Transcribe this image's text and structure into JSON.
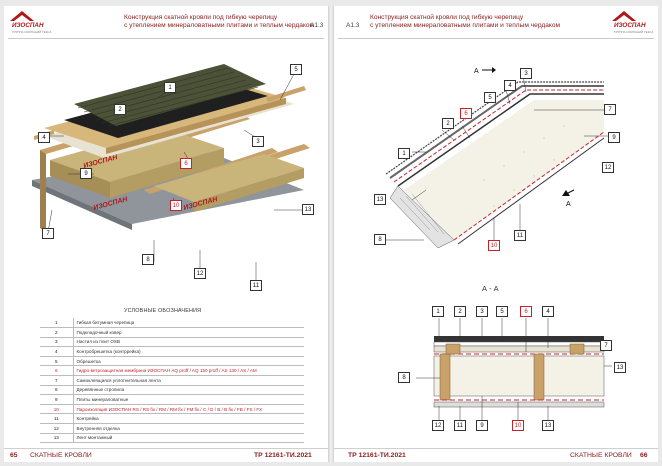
{
  "left_page": {
    "title_line1": "Конструкция скатной кровли под гибкую черепицу",
    "title_line2": "с утеплением минераловатными плитами и теплым чердаком",
    "sheet": "А1.3",
    "logo": {
      "name": "ИЗОСПАН",
      "tagline": "ГРУППА КОМПАНИЙ ГЕКСА"
    },
    "brand_mark": "ИЗОСПАН",
    "legend": {
      "title": "УСЛОВНЫЕ ОБОЗНАЧЕНИЯ",
      "rows": [
        {
          "num": "1",
          "text": "Гибкая битумная черепица"
        },
        {
          "num": "2",
          "text": "Подкладочный ковер"
        },
        {
          "num": "3",
          "text": "Настил из плит OSB"
        },
        {
          "num": "4",
          "text": "Контробрешетка (контррейка)"
        },
        {
          "num": "5",
          "text": "Обрешетка"
        },
        {
          "num": "6",
          "text": "Гидро-ветрозащитная мембрана ИЗОСПАН AQ proff / AQ 150 proff / AS 130 / AS / AM"
        },
        {
          "num": "7",
          "text": "Самоклеящаяся уплотнительная лента"
        },
        {
          "num": "8",
          "text": "Деревянные стропила"
        },
        {
          "num": "9",
          "text": "Плиты минераловатные"
        },
        {
          "num": "10",
          "text": "Пароизоляция ИЗОСПАН RS / RS fix / RM / RM fix / FM fix / С / D / B / В fix / FB / FS / FX"
        },
        {
          "num": "11",
          "text": "Контрейка"
        },
        {
          "num": "12",
          "text": "Внутренняя отделка"
        },
        {
          "num": "13",
          "text": "Лент монтажный"
        }
      ]
    },
    "callouts": [
      "1",
      "2",
      "3",
      "4",
      "5",
      "6",
      "7",
      "8",
      "9",
      "10",
      "11",
      "12",
      "13"
    ],
    "footer": {
      "page": "65",
      "section": "СКАТНЫЕ КРОВЛИ",
      "code": "ТР 12161-ТИ.2021"
    }
  },
  "right_page": {
    "title_line1": "Конструкция скатной кровли под гибкую черепицу",
    "title_line2": "с утеплением минераловатными плитами и теплым чердаком",
    "sheet": "А1.3",
    "logo": {
      "name": "ИЗОСПАН",
      "tagline": "ГРУППА КОМПАНИЙ ГЕКСА"
    },
    "section_mark": "A",
    "section_caption": "А - А",
    "callouts_top": [
      "1",
      "2",
      "3",
      "4",
      "5",
      "6",
      "7",
      "8",
      "9",
      "10",
      "11",
      "12",
      "13"
    ],
    "callouts_bottom": [
      "1",
      "2",
      "3",
      "5",
      "6",
      "4",
      "7",
      "8",
      "13",
      "12",
      "11",
      "9",
      "10",
      "13"
    ],
    "footer": {
      "page": "66",
      "section": "СКАТНЫЕ КРОВЛИ",
      "code": "ТР 12161-ТИ.2021"
    }
  },
  "colors": {
    "accent": "#8b1a1a",
    "red": "#c3242c",
    "shingle": "#4b5237",
    "wool": "#c9b47a",
    "osb": "#d7b77a",
    "membrane": "#8f959b"
  }
}
